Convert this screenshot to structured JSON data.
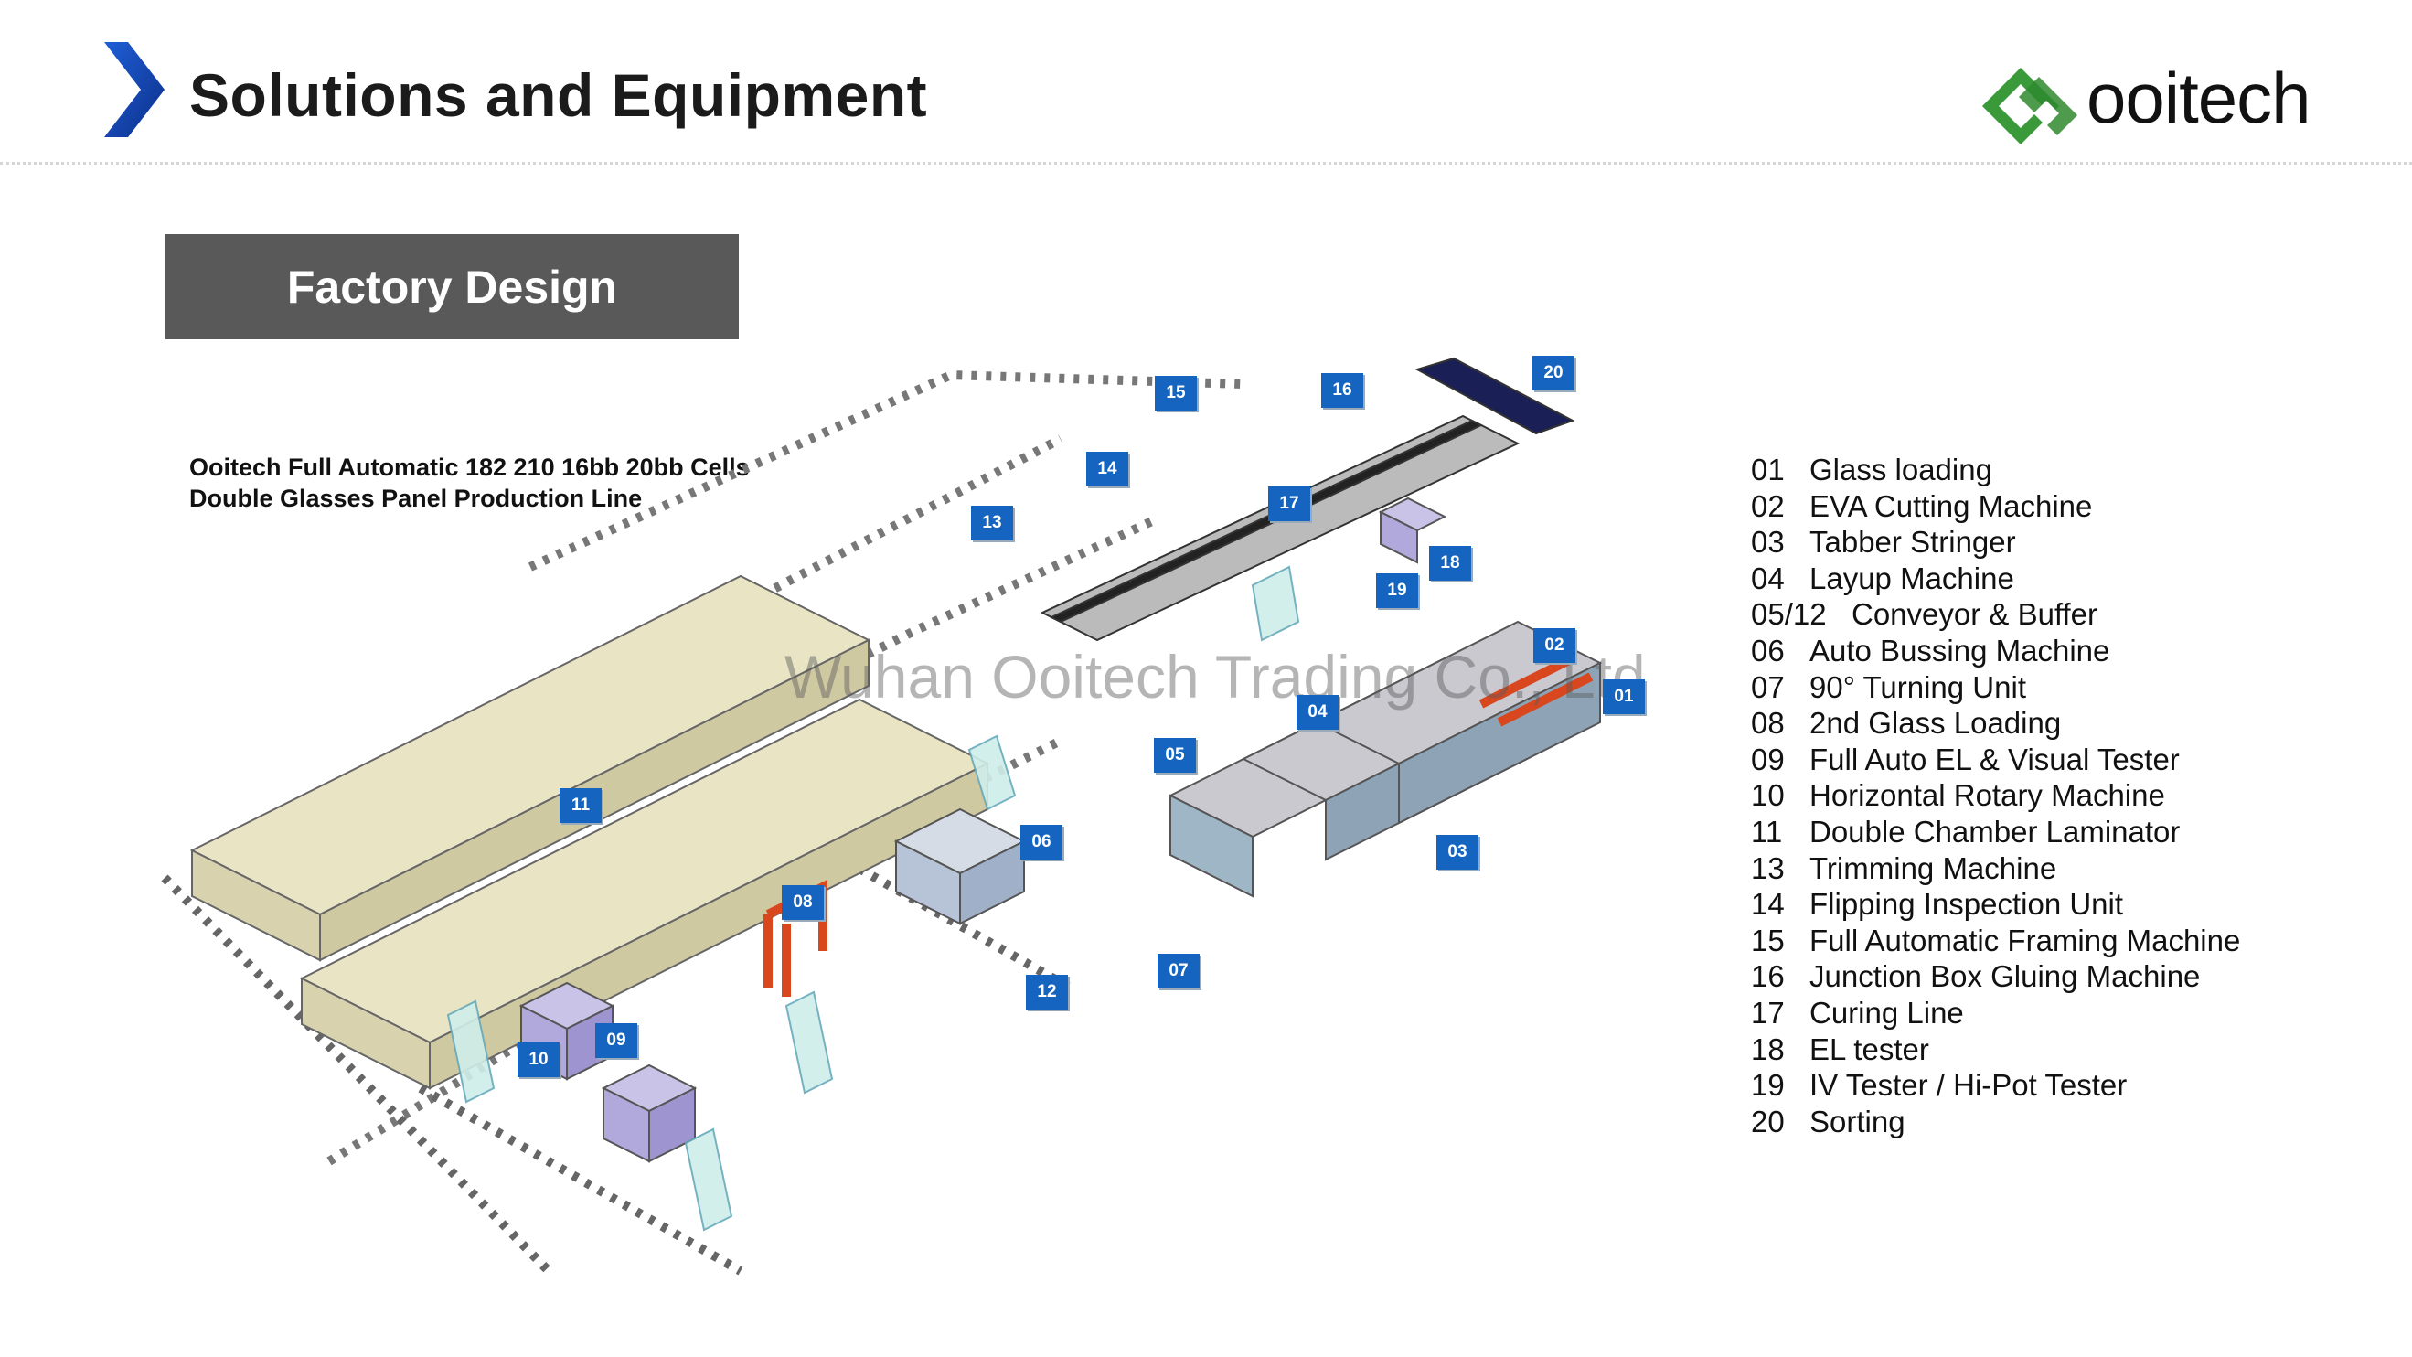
{
  "header": {
    "title": "Solutions and Equipment",
    "logo_text": "ooitech"
  },
  "section": {
    "label": "Factory Design"
  },
  "line_title": {
    "line1": "Ooitech Full Automatic 182 210 16bb 20bb Cells",
    "line2": "Double Glasses Panel Production Line"
  },
  "watermark": "Wuhan Ooitech Trading Co., Ltd",
  "legend": [
    {
      "num": "01",
      "label": "Glass loading"
    },
    {
      "num": "02",
      "label": "EVA Cutting Machine"
    },
    {
      "num": "03",
      "label": "Tabber Stringer"
    },
    {
      "num": "04",
      "label": "Layup Machine"
    },
    {
      "num": "05/12",
      "label": "Conveyor & Buffer"
    },
    {
      "num": "06",
      "label": "Auto Bussing Machine"
    },
    {
      "num": "07",
      "label": "90°  Turning Unit"
    },
    {
      "num": "08",
      "label": "2nd Glass Loading"
    },
    {
      "num": "09",
      "label": "Full Auto EL & Visual Tester"
    },
    {
      "num": "10",
      "label": "Horizontal Rotary Machine"
    },
    {
      "num": "11",
      "label": "Double Chamber Laminator"
    },
    {
      "num": "13",
      "label": "Trimming Machine"
    },
    {
      "num": "14",
      "label": "Flipping Inspection Unit"
    },
    {
      "num": "15",
      "label": "Full Automatic Framing Machine"
    },
    {
      "num": "16",
      "label": "Junction Box Gluing Machine"
    },
    {
      "num": "17",
      "label": "Curing Line"
    },
    {
      "num": "18",
      "label": "EL tester"
    },
    {
      "num": "19",
      "label": "IV Tester / Hi-Pot Tester"
    },
    {
      "num": "20",
      "label": "Sorting"
    }
  ],
  "badges": [
    "01",
    "02",
    "03",
    "04",
    "05",
    "06",
    "07",
    "08",
    "09",
    "10",
    "11",
    "12",
    "13",
    "14",
    "15",
    "16",
    "17",
    "18",
    "19",
    "20"
  ],
  "colors": {
    "accent_blue": "#1565c0",
    "section_gray": "#595959",
    "logo_green": "#3a9a3a",
    "laminator": "#e8e4c4"
  }
}
